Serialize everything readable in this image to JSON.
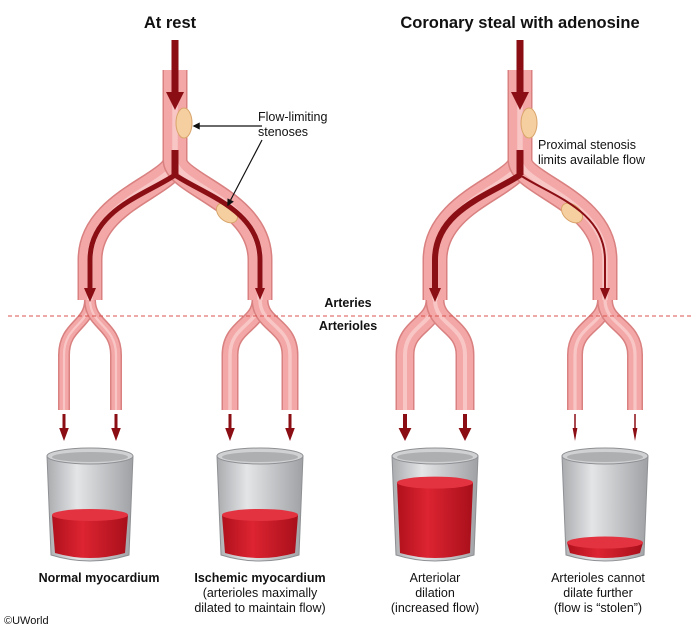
{
  "titles": {
    "left": "At rest",
    "right": "Coronary steal with adenosine"
  },
  "annotations": {
    "stenoses": [
      "Flow-limiting",
      "stenoses"
    ],
    "proximal": [
      "Proximal stenosis",
      "limits available flow"
    ],
    "arteries": "Arteries",
    "arterioles": "Arterioles"
  },
  "captions": [
    {
      "lines": [
        "Normal myocardium"
      ],
      "fill_level": 0.42
    },
    {
      "lines": [
        "Ischemic myocardium",
        "(arterioles maximally",
        "dilated to maintain flow)"
      ],
      "fill_level": 0.42
    },
    {
      "lines": [
        "Arteriolar",
        "dilation",
        "(increased flow)"
      ],
      "fill_level": 0.82
    },
    {
      "lines": [
        "Arterioles cannot",
        "dilate further",
        "(flow is “stolen”)"
      ],
      "fill_level": 0.08
    }
  ],
  "copyright": "©UWorld",
  "colors": {
    "vessel": "#f3a7a7",
    "vessel_edge": "#d98080",
    "blood": "#8b0e14",
    "fill": "#cf1a28",
    "plaque": "#f5cfa0",
    "cup": "#c4c6c9"
  }
}
